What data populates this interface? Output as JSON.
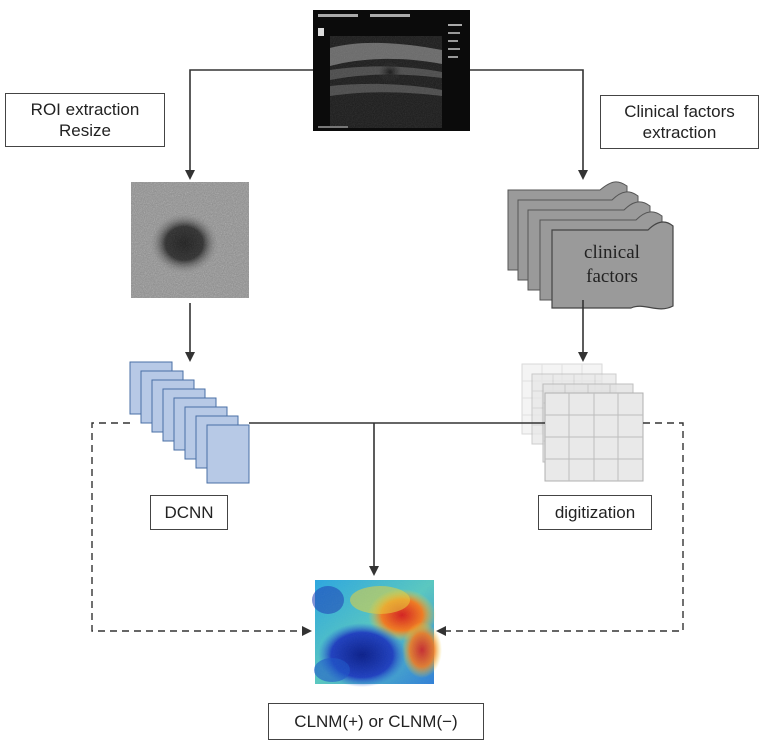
{
  "labels": {
    "roi_line1": "ROI extraction",
    "roi_line2": "Resize",
    "clinical_line1": "Clinical factors",
    "clinical_line2": "extraction",
    "doc_line1": "clinical",
    "doc_line2": "factors",
    "dcnn": "DCNN",
    "digitization": "digitization",
    "output": "CLNM(+) or CLNM(−)"
  },
  "icons": {
    "ultrasound": "ultrasound-image-icon",
    "roi": "roi-patch-icon",
    "documents": "document-stack-icon",
    "feature_maps": "feature-map-stack-icon",
    "grid": "data-grid-stack-icon",
    "heatmap": "heatmap-icon"
  },
  "colors": {
    "feature_map_fill": "#b7c9e6",
    "feature_map_stroke": "#4a6fa5",
    "document_fill": "#9a9a9a",
    "grid_fill": "#e9e9e9",
    "arrow": "#333333"
  }
}
